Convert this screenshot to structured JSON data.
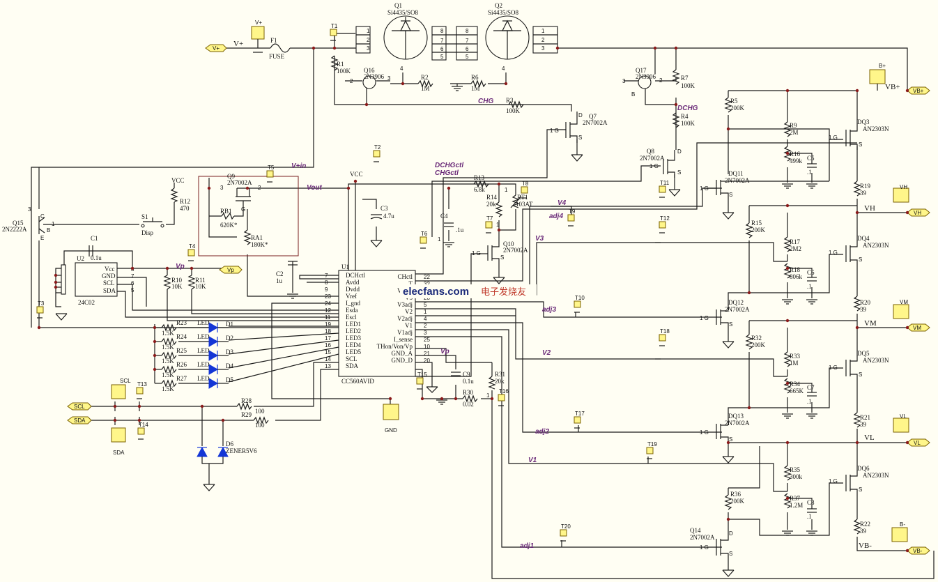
{
  "ports": [
    {
      "id": "vplus_in",
      "label": "V+"
    },
    {
      "id": "vp",
      "label": "Vp"
    },
    {
      "id": "scl",
      "label": "SCL"
    },
    {
      "id": "sda",
      "label": "SDA"
    },
    {
      "id": "vbplus",
      "label": "VB+"
    },
    {
      "id": "vh",
      "label": "VH"
    },
    {
      "id": "vm",
      "label": "VM"
    },
    {
      "id": "vl",
      "label": "VL"
    },
    {
      "id": "vbminus",
      "label": "VB-"
    }
  ],
  "connectors": {
    "vplus": "V+",
    "bplus": "B+",
    "vh": "VH",
    "vm": "VM",
    "vl": "VL",
    "bminus": "B-",
    "gnd": "GND",
    "scl": "SCL",
    "sda": "SDA"
  },
  "nets": {
    "vplus": "V+",
    "vp": "Vp",
    "vplus_in": "V+in",
    "vout": "Vout",
    "vcc1": "VCC",
    "vcc2": "VCC",
    "chg": "CHG",
    "dchg": "DCHG",
    "dchgctl": "DCHGctl",
    "chgctl": "CHGctl",
    "v4": "V4",
    "v3": "V3",
    "v2": "V2",
    "v1": "V1",
    "adj4": "adj4",
    "adj3": "adj3",
    "adj2": "adj2",
    "adj1": "adj1",
    "vbplus": "VB+",
    "vh": "VH",
    "vm": "VM",
    "vl": "VL",
    "vbminus": "VB-"
  },
  "components": {
    "f1": [
      "F1",
      "FUSE"
    ],
    "q1": [
      "Q1",
      "Si4435/SO8"
    ],
    "q2": [
      "Q2",
      "Si4435/SO8"
    ],
    "q16": [
      "Q16",
      "2N3906"
    ],
    "q17": [
      "Q17",
      "2N3906"
    ],
    "q7": [
      "Q7",
      "2N7002A"
    ],
    "q8": [
      "Q8",
      "2N7002A"
    ],
    "q9": [
      "Q9",
      "2N7002A"
    ],
    "q10": [
      "Q10",
      "2N7002A"
    ],
    "q15": [
      "Q15",
      "2N2222A"
    ],
    "dq11": [
      "DQ11",
      "2N7002A"
    ],
    "dq12": [
      "DQ12",
      "2N7002A"
    ],
    "dq13": [
      "DQ13",
      "2N7002A"
    ],
    "q14": [
      "Q14",
      "2N7002A"
    ],
    "dq3": [
      "DQ3",
      "AN2303N"
    ],
    "dq4": [
      "DQ4",
      "AN2303N"
    ],
    "dq5": [
      "DQ5",
      "AN2303N"
    ],
    "dq6": [
      "DQ6",
      "AN2303N"
    ],
    "r1": [
      "R1",
      "100K"
    ],
    "r2": [
      "R2",
      "1M"
    ],
    "r6": [
      "R6",
      "1M"
    ],
    "r3": [
      "R3",
      "100K"
    ],
    "r7": [
      "R7",
      "100K"
    ],
    "r4": [
      "R4",
      "100K"
    ],
    "r5": [
      "R5",
      "200K"
    ],
    "r9": [
      "R9",
      "2M"
    ],
    "r16": [
      "R16",
      "499k"
    ],
    "c5": [
      "C5",
      ".1"
    ],
    "r19": [
      "R19",
      "39"
    ],
    "r13": [
      "R13",
      "6.8k"
    ],
    "r14": [
      "R14",
      "20k"
    ],
    "rt1": [
      "RT1",
      "103AT"
    ],
    "r12": [
      "R12",
      "470"
    ],
    "rb1": [
      "RB1",
      "620K*"
    ],
    "ra1": [
      "RA1",
      "180K*"
    ],
    "c1": [
      "C1",
      "0.1u"
    ],
    "u2": [
      "U2",
      "24C02"
    ],
    "c2": [
      "C2",
      "1u"
    ],
    "c3": [
      "C3",
      "4.7u"
    ],
    "c4": [
      "C4",
      ".1u"
    ],
    "r10": [
      "R10",
      "10K"
    ],
    "r11": [
      "R11",
      "10K"
    ],
    "r15": [
      "R15",
      "200K"
    ],
    "r17": [
      "R17",
      "2M2"
    ],
    "r18": [
      "R18",
      "806k"
    ],
    "c6": [
      "C6",
      ".1"
    ],
    "r20": [
      "R20",
      "39"
    ],
    "r32": [
      "R32",
      "200K"
    ],
    "r33": [
      "R33",
      "1M"
    ],
    "r34": [
      "R34",
      "665K"
    ],
    "c7": [
      "C7",
      ".1"
    ],
    "r21": [
      "R21",
      "39"
    ],
    "r35": [
      "R35",
      "300k"
    ],
    "r36": [
      "R36",
      "200K"
    ],
    "r37": [
      "R37",
      "1.2M"
    ],
    "c8": [
      "C8",
      ".1"
    ],
    "r22": [
      "R22",
      "39"
    ],
    "c9": [
      "C9",
      "0.1u"
    ],
    "r30": [
      "R30",
      "0.02"
    ],
    "r31": [
      "R31",
      "20k"
    ],
    "r28": [
      "R28",
      "100"
    ],
    "r29": [
      "R29",
      "100"
    ],
    "d6": [
      "D6",
      "ZENER5V6"
    ],
    "s1": [
      "S1",
      "Disp"
    ],
    "u1": [
      "U1",
      "CC560AVID"
    ]
  },
  "leds": [
    {
      "r": "R23",
      "rv": "1.5K",
      "d": "D1",
      "t": "LED"
    },
    {
      "r": "R24",
      "rv": "1.5K",
      "d": "D2",
      "t": "LED"
    },
    {
      "r": "R25",
      "rv": "1.5K",
      "d": "D3",
      "t": "LED"
    },
    {
      "r": "R26",
      "rv": "1.5K",
      "d": "D4",
      "t": "LED"
    },
    {
      "r": "R27",
      "rv": "1.5K",
      "d": "D5",
      "t": "LED"
    }
  ],
  "u2_pins": [
    "Vcc",
    "GND",
    "SCL",
    "SDA"
  ],
  "u1_left": [
    {
      "n": "7",
      "s": "DCHctl"
    },
    {
      "n": "8",
      "s": "Avdd"
    },
    {
      "n": "9",
      "s": "Dvdd"
    },
    {
      "n": "23",
      "s": "Vref"
    },
    {
      "n": "24",
      "s": "I_gnd"
    },
    {
      "n": "12",
      "s": "Esda"
    },
    {
      "n": "11",
      "s": "Escl"
    },
    {
      "n": "19",
      "s": "LED1"
    },
    {
      "n": "18",
      "s": "LED2"
    },
    {
      "n": "17",
      "s": "LED3"
    },
    {
      "n": "16",
      "s": "LED4"
    },
    {
      "n": "15",
      "s": "LED5"
    },
    {
      "n": "14",
      "s": "SCL"
    },
    {
      "n": "13",
      "s": "SDA"
    }
  ],
  "u1_right": [
    {
      "n": "22",
      "s": "CHctl"
    },
    {
      "n": "32",
      "s": "T"
    },
    {
      "n": "31",
      "s": "V4adj"
    },
    {
      "n": "28",
      "s": "V3"
    },
    {
      "n": "5",
      "s": "V3adj"
    },
    {
      "n": "1",
      "s": "V2"
    },
    {
      "n": "4",
      "s": "V2adj"
    },
    {
      "n": "2",
      "s": "V1"
    },
    {
      "n": "3",
      "s": "V1adj"
    },
    {
      "n": "25",
      "s": "I_sense"
    },
    {
      "n": "10",
      "s": "THon/Von/Vp"
    },
    {
      "n": "21",
      "s": "GND_A"
    },
    {
      "n": "20",
      "s": "GND_D"
    }
  ],
  "testpoints": [
    "T1",
    "T2",
    "T3",
    "T4",
    "T5",
    "T6",
    "T7",
    "T8",
    "T9",
    "T10",
    "T11",
    "T12",
    "T13",
    "T14",
    "T15",
    "T16",
    "T17",
    "T18",
    "T19",
    "T20"
  ],
  "watermark": {
    "brand": "elecfans.com",
    "cn": "电子发烧友"
  }
}
